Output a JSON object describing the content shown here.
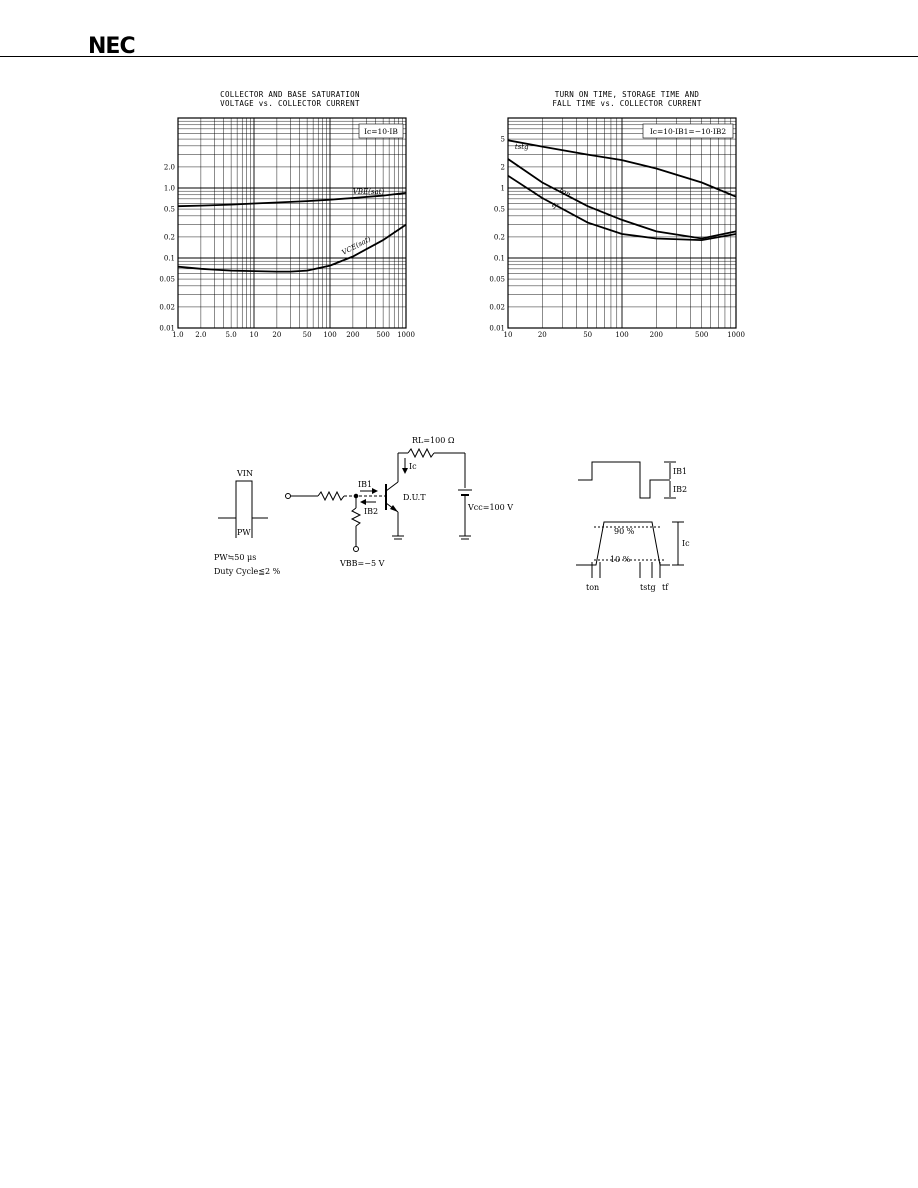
{
  "header": {
    "logo": "NEC"
  },
  "chart_data": [
    {
      "type": "line",
      "title_line1": "COLLECTOR AND BASE SATURATION",
      "title_line2": "VOLTAGE vs. COLLECTOR CURRENT",
      "annotation": "Ic=10·IB",
      "xscale": "log",
      "yscale": "log",
      "xlim": [
        1.0,
        1000
      ],
      "ylim": [
        0.01,
        10
      ],
      "xticks": [
        "1.0",
        "2.0",
        "5.0",
        "10",
        "20",
        "50",
        "100",
        "200",
        "500",
        "1000"
      ],
      "xtick_values": [
        1,
        2,
        5,
        10,
        20,
        50,
        100,
        200,
        500,
        1000
      ],
      "yticks": [
        "0.01",
        "0.02",
        "0.05",
        "0.1",
        "0.2",
        "0.5",
        "1.0",
        "2.0"
      ],
      "ytick_values": [
        0.01,
        0.02,
        0.05,
        0.1,
        0.2,
        0.5,
        1.0,
        2.0
      ],
      "series": [
        {
          "name": "VBE(sat)",
          "x": [
            1,
            2,
            5,
            10,
            20,
            50,
            100,
            200,
            500,
            1000
          ],
          "y": [
            0.55,
            0.56,
            0.58,
            0.6,
            0.62,
            0.65,
            0.68,
            0.72,
            0.78,
            0.85
          ]
        },
        {
          "name": "VCE(sat)",
          "x": [
            1,
            2,
            5,
            10,
            20,
            30,
            50,
            100,
            200,
            500,
            1000
          ],
          "y": [
            0.075,
            0.07,
            0.066,
            0.065,
            0.064,
            0.064,
            0.066,
            0.078,
            0.105,
            0.18,
            0.3
          ]
        }
      ]
    },
    {
      "type": "line",
      "title_line1": "TURN ON TIME, STORAGE TIME AND",
      "title_line2": "FALL TIME vs. COLLECTOR CURRENT",
      "annotation": "Ic=10·IB1=−10·IB2",
      "xscale": "log",
      "yscale": "log",
      "xlim": [
        10,
        1000
      ],
      "ylim": [
        0.01,
        10
      ],
      "xticks": [
        "10",
        "20",
        "50",
        "100",
        "200",
        "500",
        "1000"
      ],
      "xtick_values": [
        10,
        20,
        50,
        100,
        200,
        500,
        1000
      ],
      "yticks": [
        "0.01",
        "0.02",
        "0.05",
        "0.1",
        "0.2",
        "0.5",
        "1",
        "2",
        "5"
      ],
      "ytick_values": [
        0.01,
        0.02,
        0.05,
        0.1,
        0.2,
        0.5,
        1,
        2,
        5
      ],
      "series": [
        {
          "name": "tstg",
          "x": [
            10,
            20,
            50,
            100,
            200,
            500,
            1000
          ],
          "y": [
            4.8,
            3.9,
            3.0,
            2.5,
            1.9,
            1.2,
            0.75
          ]
        },
        {
          "name": "ton",
          "x": [
            10,
            20,
            50,
            100,
            200,
            500,
            1000
          ],
          "y": [
            2.6,
            1.2,
            0.55,
            0.35,
            0.24,
            0.19,
            0.24
          ]
        },
        {
          "name": "tf",
          "x": [
            10,
            20,
            50,
            100,
            200,
            500,
            1000
          ],
          "y": [
            1.5,
            0.72,
            0.32,
            0.22,
            0.19,
            0.18,
            0.22
          ]
        }
      ]
    }
  ],
  "circuit": {
    "vin": "VIN",
    "pw": "PW",
    "pw_note": "PW≒50 μs",
    "duty": "Duty Cycle≦2 %",
    "rl": "RL=100 Ω",
    "ic": "Ic",
    "ib1": "IB1",
    "ib2": "IB2",
    "dut": "D.U.T",
    "vcc": "Vcc=100 V",
    "vbb": "VBB=−5 V"
  },
  "waveform": {
    "ib1": "IB1",
    "ib2": "IB2",
    "ic": "Ic",
    "p90": "90 %",
    "p10": "10 %",
    "ton": "ton",
    "tstg": "tstg",
    "tf": "tf"
  }
}
